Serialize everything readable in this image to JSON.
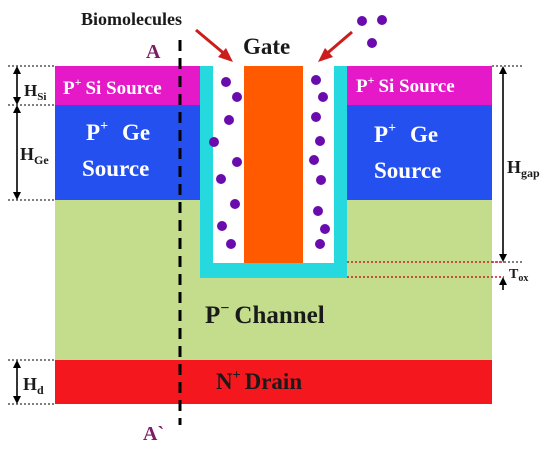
{
  "labels": {
    "biomolecules": "Biomolecules",
    "gate": "Gate",
    "cut_top": "A",
    "cut_bottom": "A`",
    "si_source_left": "Si Source",
    "si_source_right": "Si Source",
    "p_plus": "P",
    "plus": "+",
    "ge_source_left_line1": "Ge",
    "ge_source_left_line2": "Source",
    "ge_source_right_line1": "Ge",
    "ge_source_right_line2": "Source",
    "channel_prefix": "P",
    "minus": "−",
    "channel_word": "Channel",
    "drain_prefix": "N",
    "drain_word": "Drain"
  },
  "dimensions": {
    "h_si": {
      "main": "H",
      "sub": "Si"
    },
    "h_ge": {
      "main": "H",
      "sub": "Ge"
    },
    "h_d": {
      "main": "H",
      "sub": "d"
    },
    "h_gap": {
      "main": "H",
      "sub": "gap"
    },
    "t_ox": {
      "main": "T",
      "sub": "ox"
    }
  },
  "colors": {
    "si_source": "#e619c8",
    "ge_source": "#2550f0",
    "channel": "#c4dd8c",
    "drain": "#f5171e",
    "gate": "#ff5a00",
    "oxide": "#26d9df",
    "cavity": "#ffffff",
    "biomolecule": "#6a0cad",
    "arrow": "#cc1c1c",
    "text_white": "#ffffff",
    "text_dark": "#1a1a1a",
    "cut_label": "#7a1c66",
    "tox_dots": "#c81e1e"
  }
}
